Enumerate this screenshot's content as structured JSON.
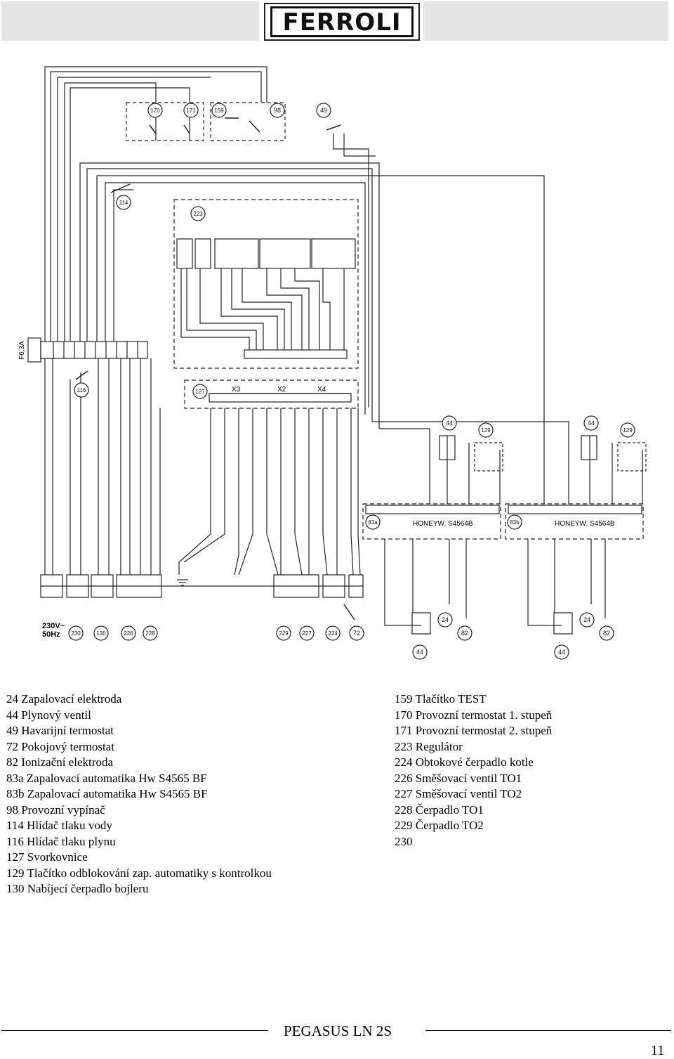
{
  "header": {
    "brand": "FERROLI"
  },
  "diagram": {
    "fuse_label": "F6,3A",
    "supply_label_1": "230V~",
    "supply_label_2": "50Hz",
    "terminal_groups": {
      "x3": "X3",
      "x2": "X2",
      "x4": "X4"
    },
    "ignition_a": "HONEYW. S4564B",
    "ignition_b": "HONEYW. S4564B",
    "callouts": [
      "170",
      "171",
      "159",
      "98",
      "49",
      "114",
      "223",
      "116",
      "127",
      "44",
      "129",
      "44",
      "129",
      "230",
      "130",
      "226",
      "228",
      "229",
      "227",
      "224",
      "72",
      "24",
      "82",
      "24",
      "82",
      "44",
      "44",
      "83a",
      "83b"
    ]
  },
  "legend": {
    "left": [
      "24 Zapalovací elektroda",
      "44 Plynový ventil",
      "49 Havarijní termostat",
      "72 Pokojový termostat",
      "82 Ionizační elektroda",
      "83a Zapalovací automatika Hw S4565 BF",
      "83b Zapalovací automatika Hw S4565 BF",
      "98 Provozní vypínač",
      "114 Hlídač tlaku vody",
      "116 Hlídač tlaku plynu",
      "127 Svorkovnice",
      "129 Tlačítko odblokování zap. automatiky s kontrolkou",
      "130 Nabíjecí čerpadlo bojleru"
    ],
    "right": [
      "159 Tlačítko TEST",
      "170 Provozní termostat 1. stupeň",
      "171 Provozní termostat 2. stupeň",
      "223 Regulátor",
      "224 Obtokové čerpadlo kotle",
      "226 Směšovací ventil TO1",
      "227 Směšovací ventil TO2",
      "228 Čerpadlo TO1",
      "229 Čerpadlo TO2",
      "230"
    ]
  },
  "footer": {
    "title": "PEGASUS LN 2S",
    "page": "11"
  }
}
